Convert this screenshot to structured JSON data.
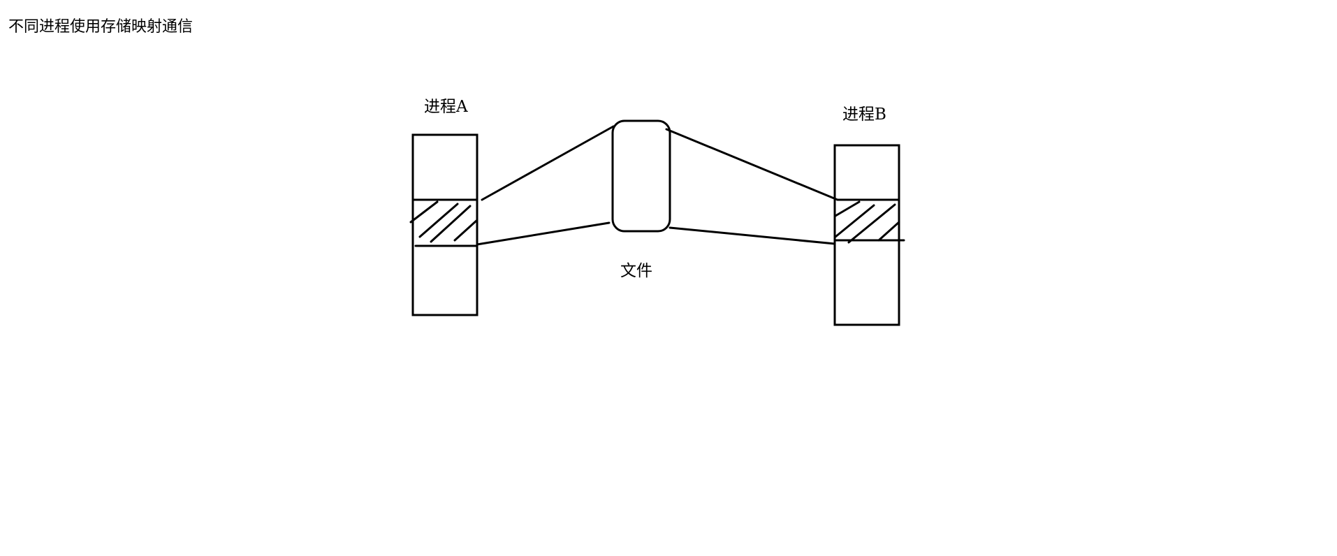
{
  "page": {
    "title": "不同进程使用存储映射通信"
  },
  "diagram": {
    "process_a": {
      "label": "进程A"
    },
    "process_b": {
      "label": "进程B"
    },
    "file": {
      "label": "文件"
    },
    "colors": {
      "stroke": "#000000",
      "background": "#ffffff"
    }
  }
}
